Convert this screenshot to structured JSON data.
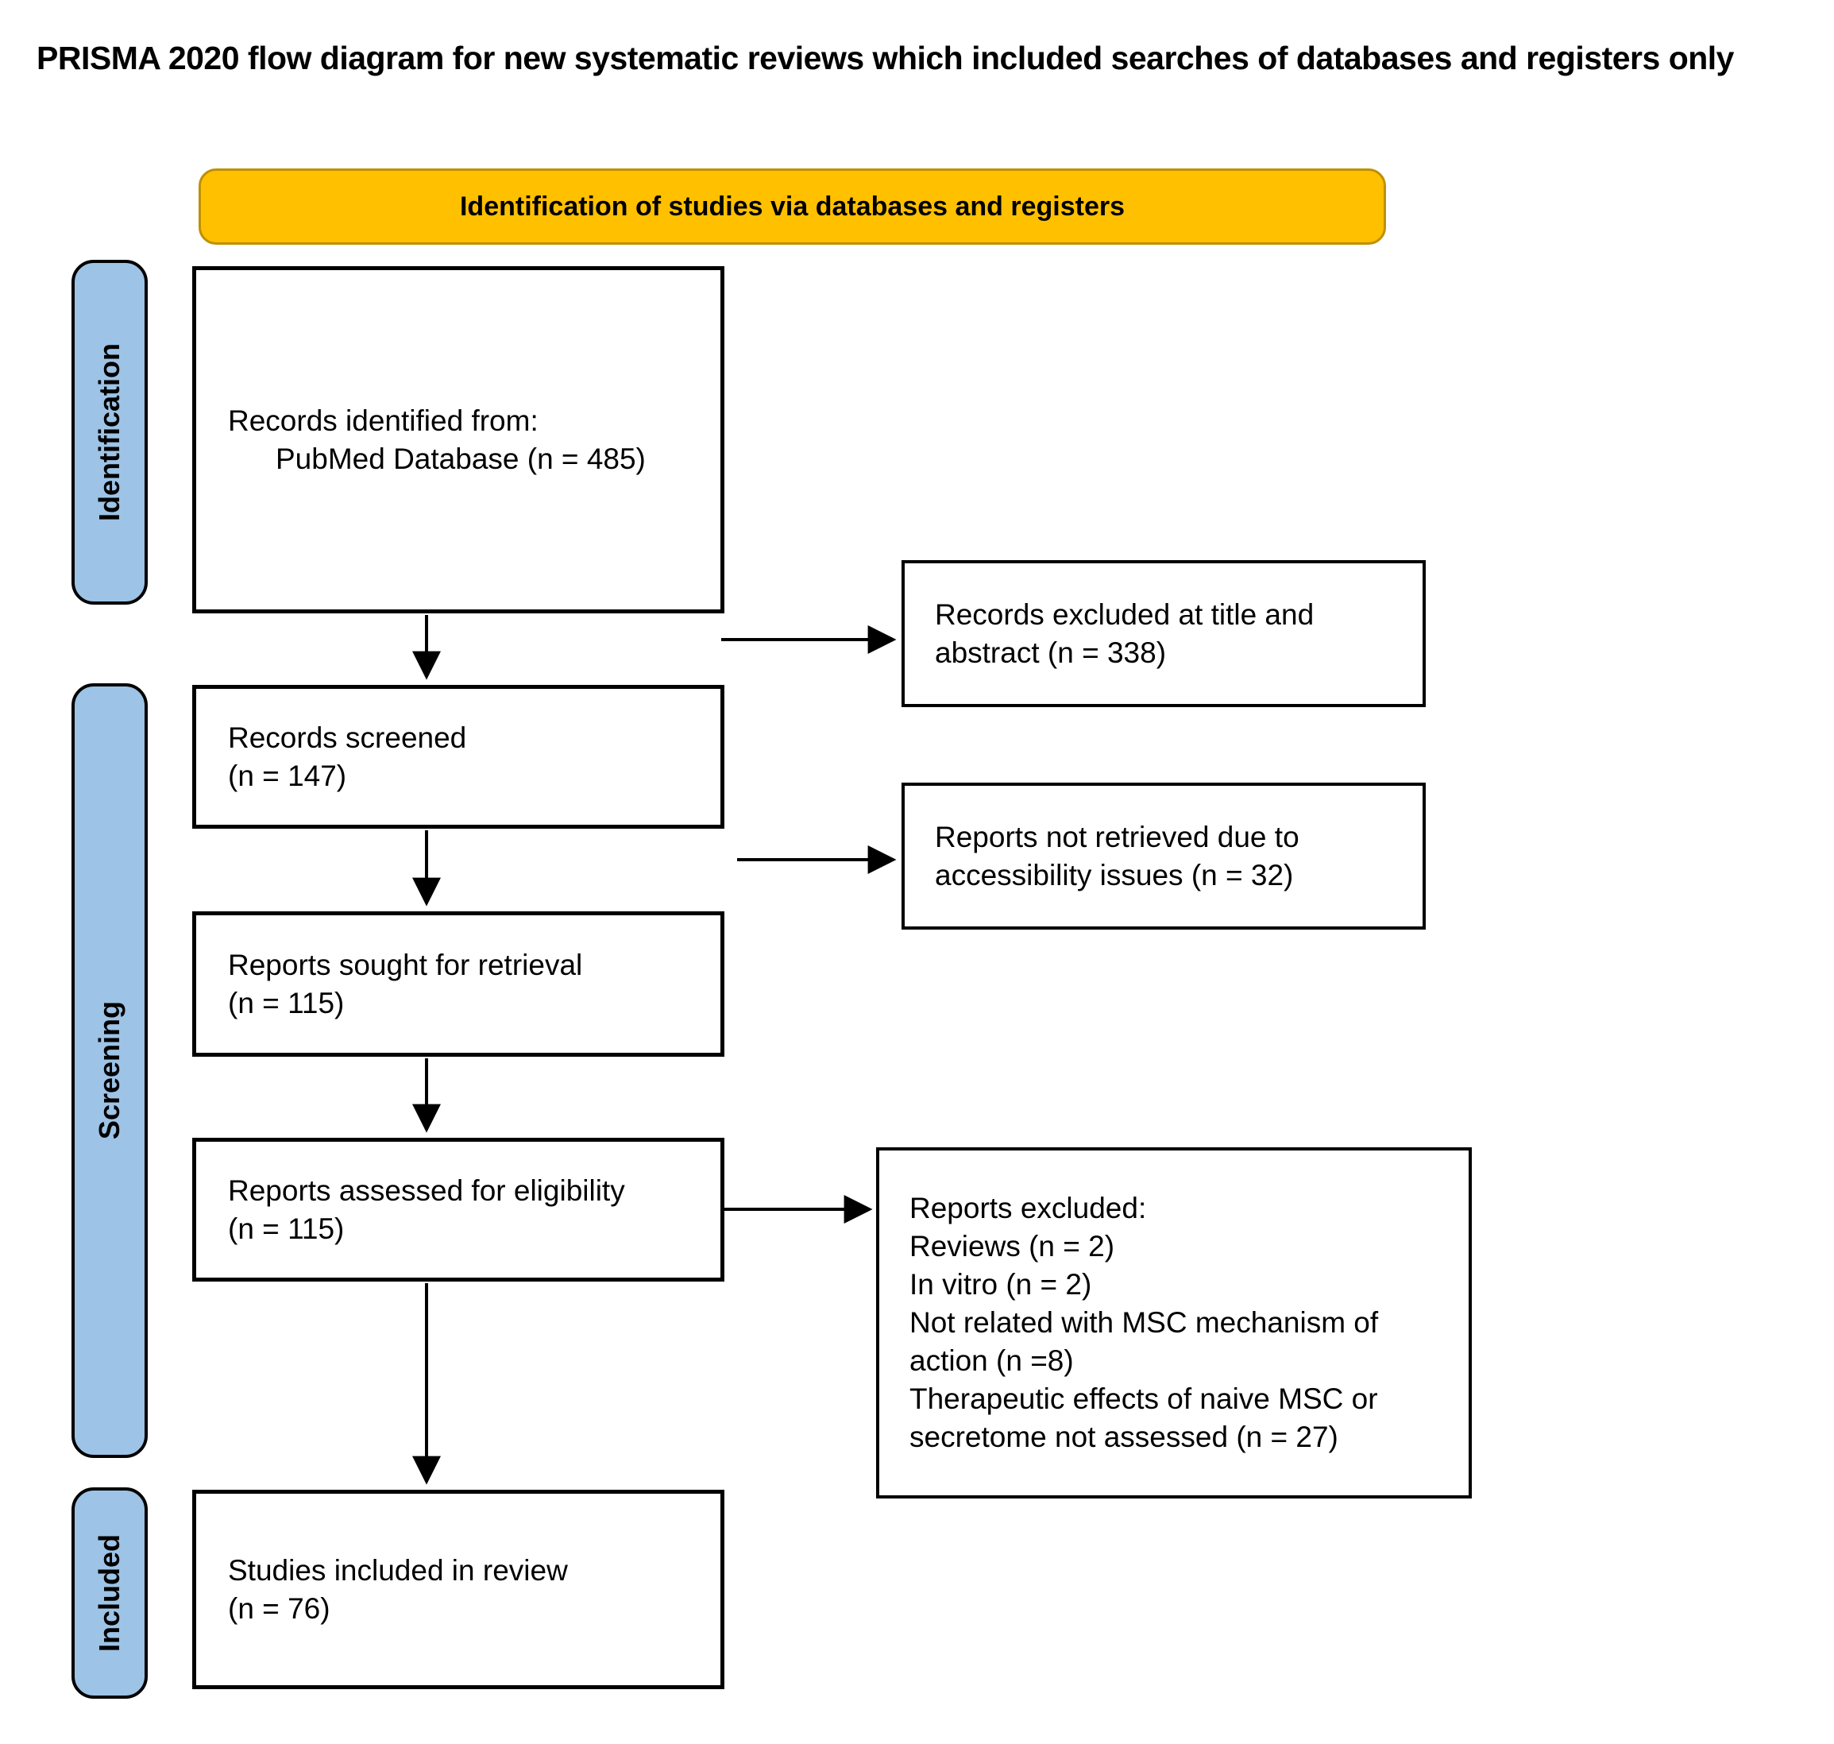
{
  "page_title": "PRISMA 2020 flow diagram for new systematic reviews which included searches of databases and registers only",
  "banner": {
    "label": "Identification of studies via databases and registers"
  },
  "stages": {
    "identification": "Identification",
    "screening": "Screening",
    "included": "Included"
  },
  "flow_boxes": {
    "records_identified": {
      "line1": "Records identified from:",
      "line2": "PubMed Database (n = 485)"
    },
    "records_screened": {
      "line1": "Records screened",
      "line2": "(n = 147)"
    },
    "reports_sought": {
      "line1": "Reports sought for retrieval",
      "line2": "(n = 115)"
    },
    "reports_assessed": {
      "line1": "Reports assessed for eligibility",
      "line2": "(n = 115)"
    },
    "studies_included": {
      "line1": "Studies included in review",
      "line2": "(n = 76)"
    }
  },
  "exclusion_boxes": {
    "excluded_title_abstract": {
      "line1": "Records excluded at title and",
      "line2": "abstract (n = 338)"
    },
    "not_retrieved": {
      "line1": "Reports not retrieved due to",
      "line2": "accessibility issues (n = 32)"
    },
    "reports_excluded": {
      "lines": [
        "Reports excluded:",
        "Reviews (n = 2)",
        "In vitro (n = 2)",
        "Not related with MSC mechanism of action (n =8)",
        "Therapeutic effects of naive MSC or secretome not assessed (n = 27)"
      ]
    }
  },
  "colors": {
    "banner_fill": "#FFC000",
    "banner_border": "#BF9000",
    "stage_fill": "#9DC3E6",
    "box_border": "#000000",
    "arrow": "#000000"
  }
}
